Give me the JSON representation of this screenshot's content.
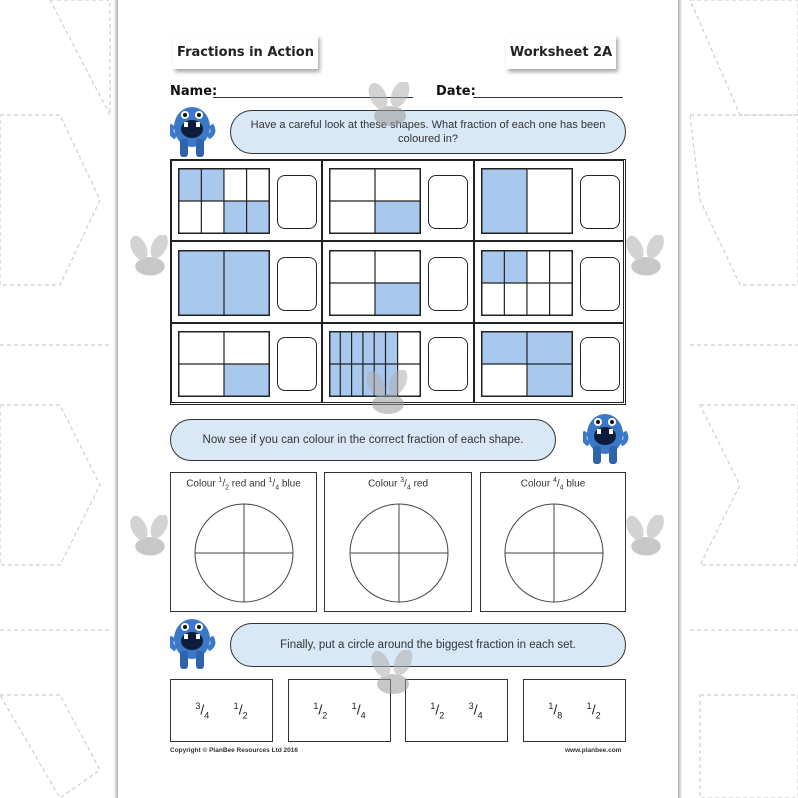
{
  "header": {
    "title": "Fractions in Action",
    "worksheet": "Worksheet 2A"
  },
  "labels": {
    "name": "Name:",
    "date": "Date:"
  },
  "prompts": {
    "p1": "Have a careful look at these shapes. What fraction of each one has been coloured in?",
    "p2": "Now see if you can colour in the correct fraction of each shape.",
    "p3": "Finally, put a circle around the biggest fraction in each set."
  },
  "colour_tasks": [
    {
      "pre": "Colour ",
      "n1": "1",
      "d1": "2",
      "mid": " red and ",
      "n2": "1",
      "d2": "4",
      "post": " blue"
    },
    {
      "pre": "Colour ",
      "n1": "3",
      "d1": "4",
      "mid": " red",
      "n2": "",
      "d2": "",
      "post": ""
    },
    {
      "pre": "Colour ",
      "n1": "4",
      "d1": "4",
      "mid": " blue",
      "n2": "",
      "d2": "",
      "post": ""
    }
  ],
  "fraction_sets": [
    [
      {
        "n": "3",
        "d": "4"
      },
      {
        "n": "1",
        "d": "2"
      }
    ],
    [
      {
        "n": "1",
        "d": "2"
      },
      {
        "n": "1",
        "d": "4"
      }
    ],
    [
      {
        "n": "1",
        "d": "2"
      },
      {
        "n": "3",
        "d": "4"
      }
    ],
    [
      {
        "n": "1",
        "d": "8"
      },
      {
        "n": "1",
        "d": "2"
      }
    ]
  ],
  "footer": {
    "copyright": "Copyright © PlanBee Resources Ltd 2016",
    "website": "www.planbee.com"
  },
  "colors": {
    "fill": "#a8c8ee",
    "bubble": "#d8e8f7",
    "mascot": "#3b78c7",
    "hex_line": "#cccccc"
  },
  "icons": {
    "mascot": "blue-monster-icon",
    "watermark": "bee-icon"
  }
}
